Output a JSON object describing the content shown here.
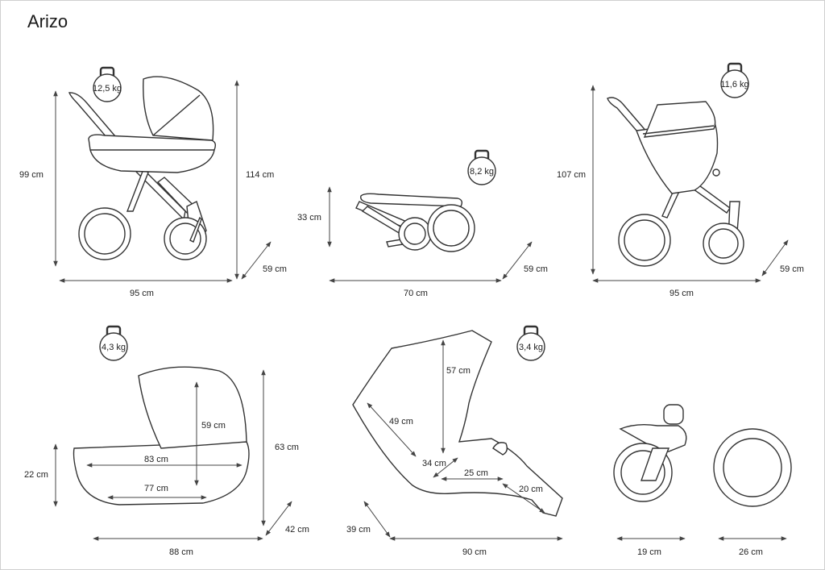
{
  "title": "Arizo",
  "weights": {
    "carrycot_set": "12,5 kg",
    "folded_frame": "8,2 kg",
    "stroller_set": "11,6 kg",
    "carrycot": "4,3 kg",
    "seat": "3,4 kg"
  },
  "dimensions": {
    "carrycot_set": {
      "height": "99 cm",
      "height_total": "114 cm",
      "depth": "59 cm",
      "length": "95 cm"
    },
    "folded": {
      "height": "33 cm",
      "depth": "59 cm",
      "length": "70 cm"
    },
    "stroller_set": {
      "height": "107 cm",
      "depth": "59 cm",
      "length": "95 cm"
    },
    "carrycot": {
      "side_height": "22 cm",
      "inner_length_top": "83 cm",
      "inner_length_bottom": "77 cm",
      "hood_height": "59 cm",
      "total_height": "63 cm",
      "depth": "42 cm",
      "length": "88 cm"
    },
    "seat": {
      "back_height": "57 cm",
      "back_length": "49 cm",
      "seat_depth": "34 cm",
      "seat_length": "25 cm",
      "leg_rest": "20 cm",
      "width": "39 cm",
      "length": "90 cm"
    },
    "wheels": {
      "front_width": "19 cm",
      "rear_width": "26 cm"
    }
  }
}
